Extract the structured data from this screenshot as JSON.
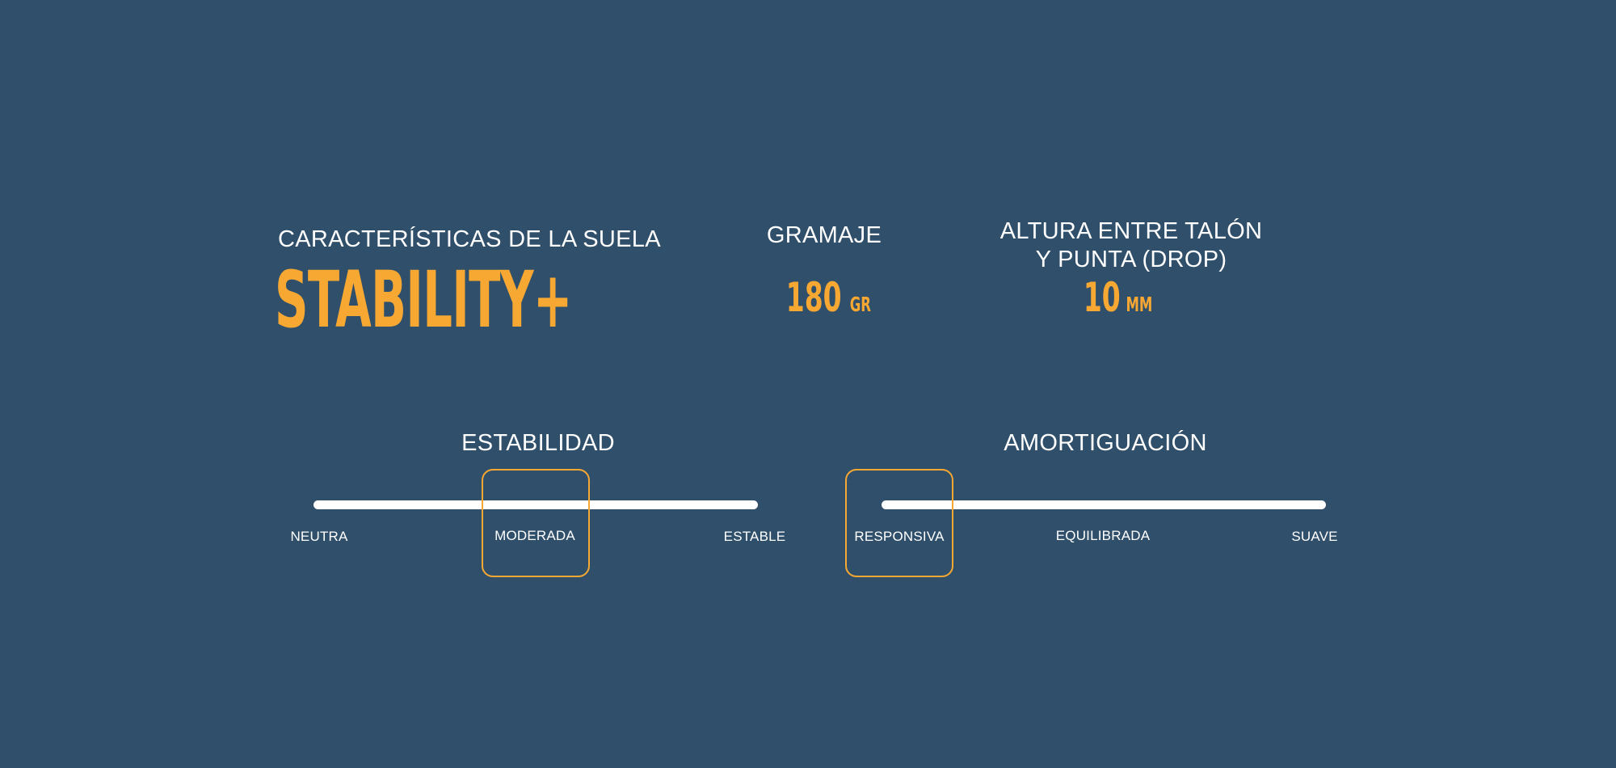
{
  "sole": {
    "label": "CARACTERÍSTICAS DE LA SUELA",
    "name": "STABILITY+"
  },
  "weight": {
    "label": "GRAMAJE",
    "value": "180",
    "unit": "GR"
  },
  "drop": {
    "label_line1": "ALTURA ENTRE TALÓN",
    "label_line2": "Y PUNTA (DROP)",
    "value": "10",
    "unit": "MM"
  },
  "stability": {
    "title": "ESTABILIDAD",
    "ticks": [
      "NEUTRA",
      "MODERADA",
      "ESTABLE"
    ],
    "selected": "MODERADA",
    "selected_index": 1
  },
  "cushioning": {
    "title": "AMORTIGUACIÓN",
    "ticks": [
      "RESPONSIVA",
      "EQUILIBRADA",
      "SUAVE"
    ],
    "selected": "RESPONSIVA",
    "selected_index": 0
  },
  "colors": {
    "background": "#304f6a",
    "accent": "#f7a833",
    "text": "#ffffff"
  }
}
